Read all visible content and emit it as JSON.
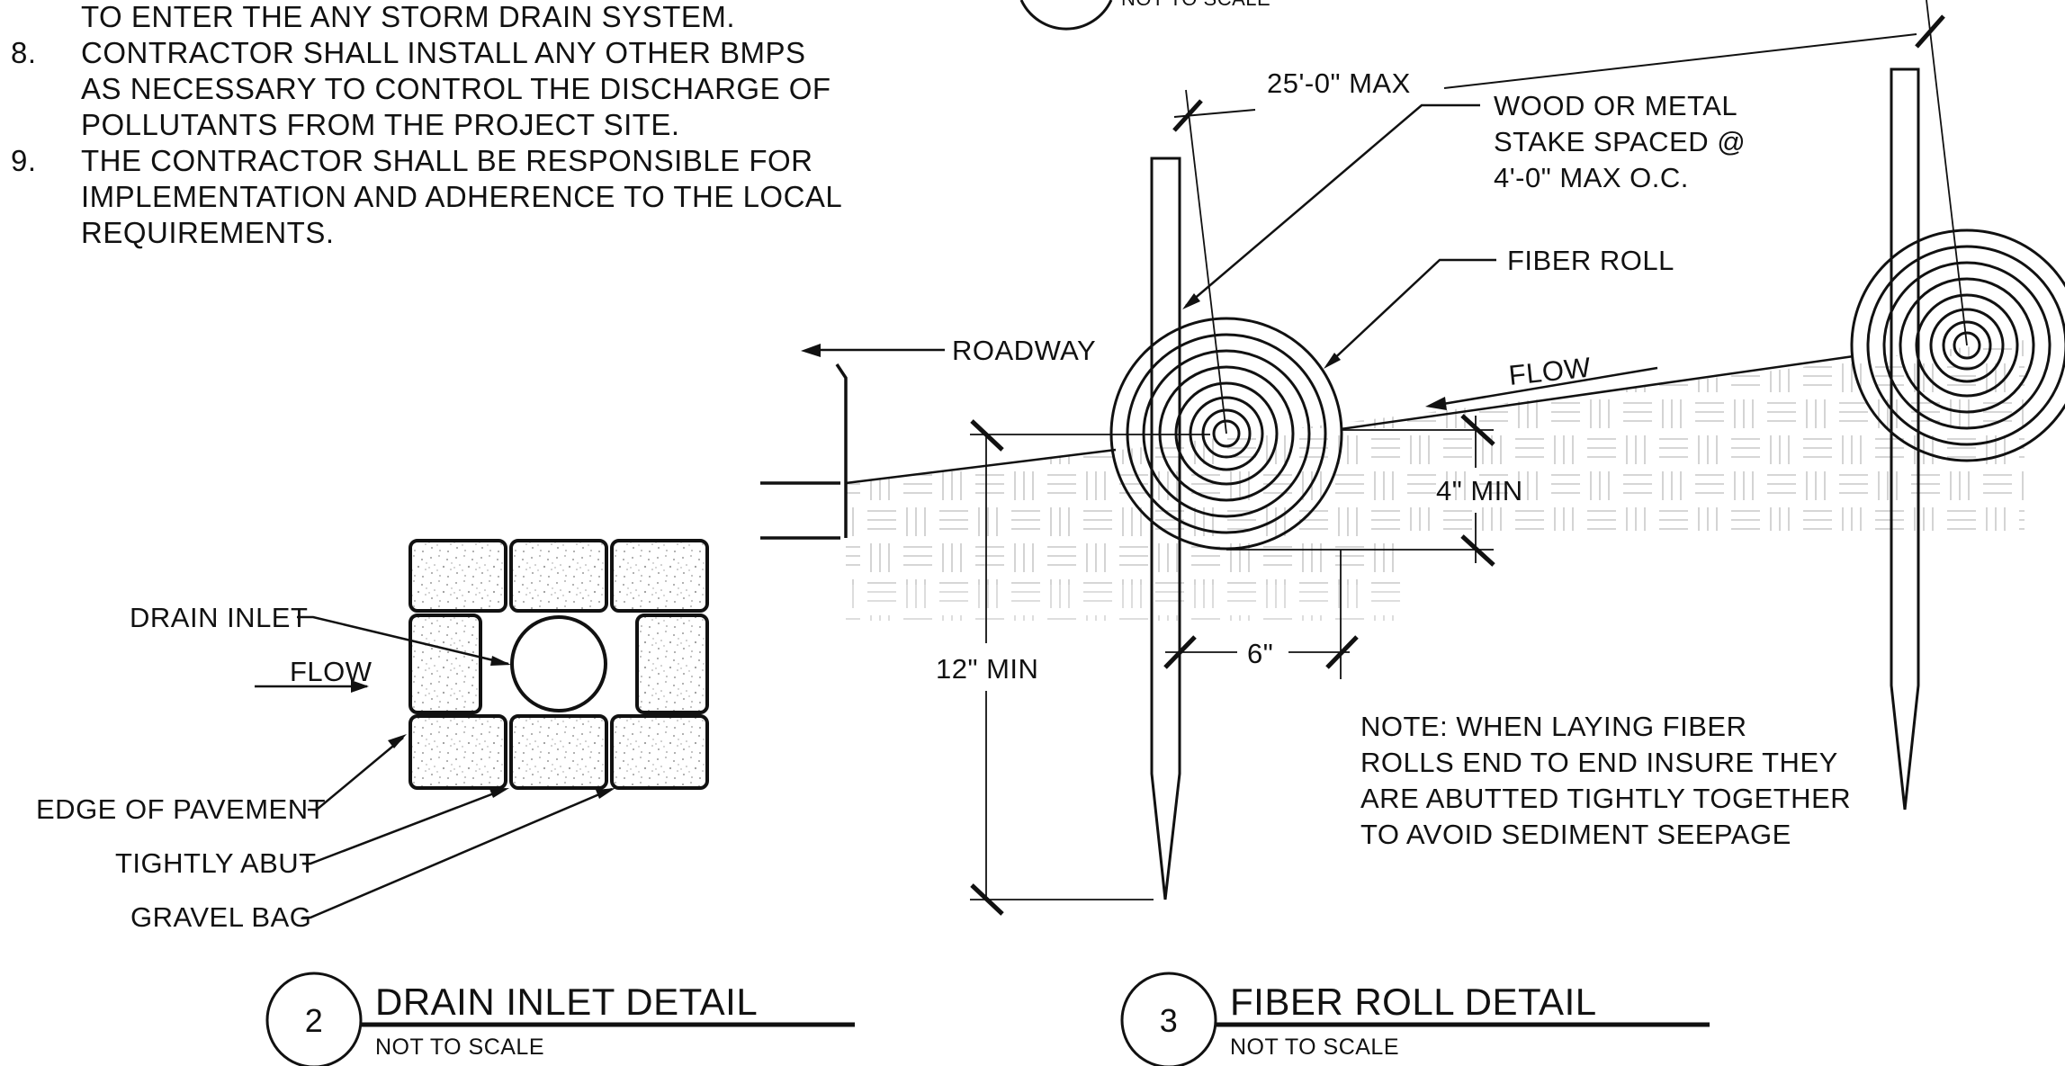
{
  "notes": {
    "line_top": "TO ENTER THE ANY STORM DRAIN SYSTEM.",
    "items": [
      {
        "num": "8.",
        "lines": [
          "CONTRACTOR SHALL INSTALL ANY OTHER BMPS",
          "AS NECESSARY TO CONTROL THE DISCHARGE OF",
          "POLLUTANTS FROM THE PROJECT SITE."
        ]
      },
      {
        "num": "9.",
        "lines": [
          "THE CONTRACTOR SHALL BE RESPONSIBLE FOR",
          "IMPLEMENTATION AND ADHERENCE TO THE LOCAL",
          "REQUIREMENTS."
        ]
      }
    ]
  },
  "top_scale_fragment": "NOT TO SCALE",
  "drain_inlet": {
    "labels": {
      "drain_inlet": "DRAIN INLET",
      "flow": "FLOW",
      "edge_of_pavement": "EDGE OF PAVEMENT",
      "tightly_abut": "TIGHTLY ABUT",
      "gravel_bag": "GRAVEL BAG"
    },
    "title": {
      "number": "2",
      "name": "DRAIN INLET DETAIL",
      "scale": "NOT TO SCALE"
    }
  },
  "fiber_roll": {
    "labels": {
      "spacing_max": "25'-0\" MAX",
      "stake": [
        "WOOD OR METAL",
        "STAKE SPACED @",
        "4'-0\" MAX O.C."
      ],
      "fiber_roll": "FIBER ROLL",
      "roadway": "ROADWAY",
      "flow": "FLOW",
      "min_4": "4\" MIN",
      "min_12": "12\" MIN",
      "dim_6": "6\""
    },
    "note": [
      "NOTE: WHEN LAYING FIBER",
      "ROLLS END TO END INSURE THEY",
      "ARE ABUTTED TIGHTLY TOGETHER",
      "TO AVOID SEDIMENT SEEPAGE"
    ],
    "title": {
      "number": "3",
      "name": "FIBER ROLL DETAIL",
      "scale": "NOT TO SCALE"
    }
  }
}
